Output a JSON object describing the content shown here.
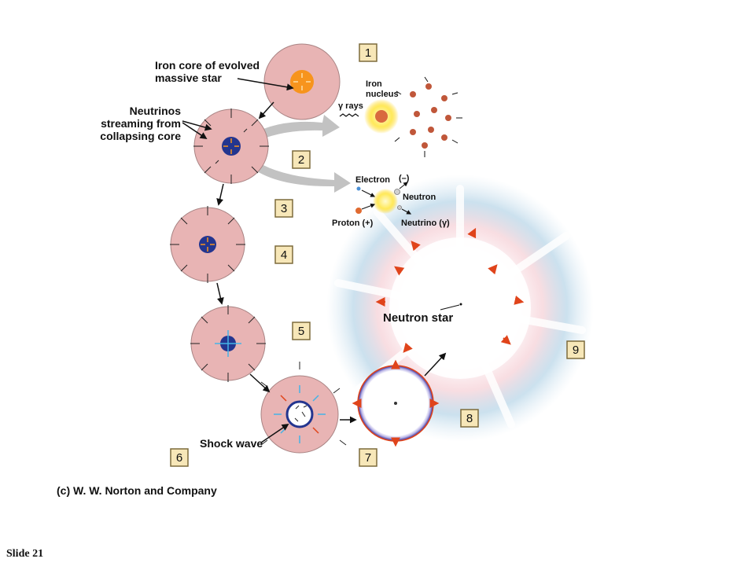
{
  "labels": {
    "iron_core_line1": "Iron core of evolved",
    "iron_core_line2": "massive star",
    "neutrinos_line1": "Neutrinos",
    "neutrinos_line2": "streaming from",
    "neutrinos_line3": "collapsing core",
    "gamma_rays": "γ rays",
    "iron_nucleus_line1": "Iron",
    "iron_nucleus_line2": "nucleus",
    "electron": "Electron",
    "electron_charge": "(–)",
    "neutron": "Neutron",
    "proton": "Proton (+)",
    "neutrino": "Neutrino (γ)",
    "neutron_star": "Neutron star",
    "shock_wave": "Shock wave"
  },
  "steps": [
    "1",
    "2",
    "3",
    "4",
    "5",
    "6",
    "7",
    "8",
    "9"
  ],
  "credit": "(c) W. W. Norton and Company",
  "slide_label": "Slide 21",
  "colors": {
    "star_pink": "#e8b4b4",
    "iron_core": "#f7941d",
    "collapsed_core": "#23358f",
    "step_box": "#f7e7b8",
    "gray_arrow": "#c2c2c2",
    "outflow_arrow": "#e0441b"
  }
}
